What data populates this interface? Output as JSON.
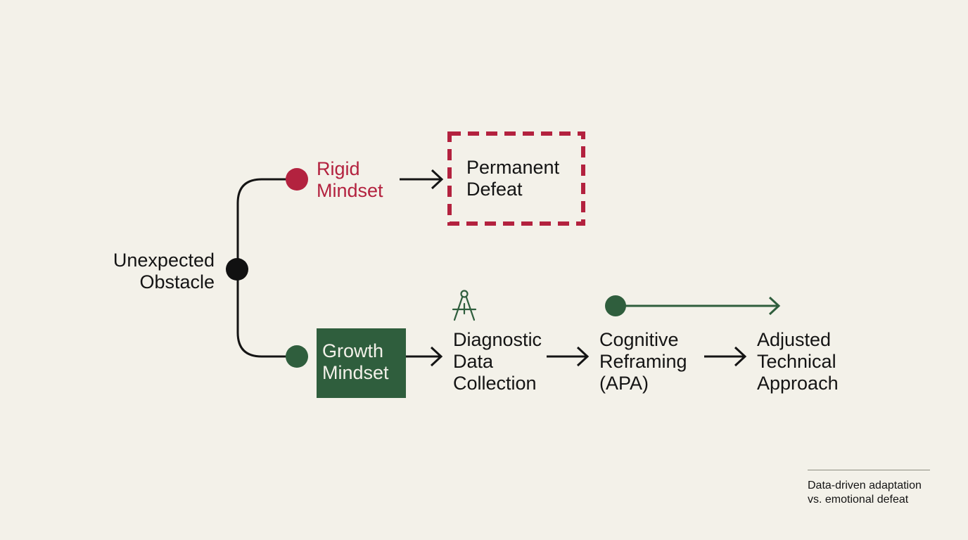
{
  "nodes": {
    "start": "Unexpected\nObstacle",
    "rigid": "Rigid\nMindset",
    "defeat": "Permanent\nDefeat",
    "growth": "Growth\nMindset",
    "diagnostic": "Diagnostic\nData\nCollection",
    "reframing": "Cognitive\nReframing\n(APA)",
    "adjusted": "Adjusted\nTechnical\nApproach"
  },
  "footnote": "Data-driven adaptation\nvs. emotional defeat",
  "icons": {
    "diagnostic": "drafting-compass-icon"
  },
  "colors": {
    "background": "#f3f1e9",
    "rigid_accent": "#b3223f",
    "growth_accent": "#2f5e3d",
    "line": "#141414"
  }
}
